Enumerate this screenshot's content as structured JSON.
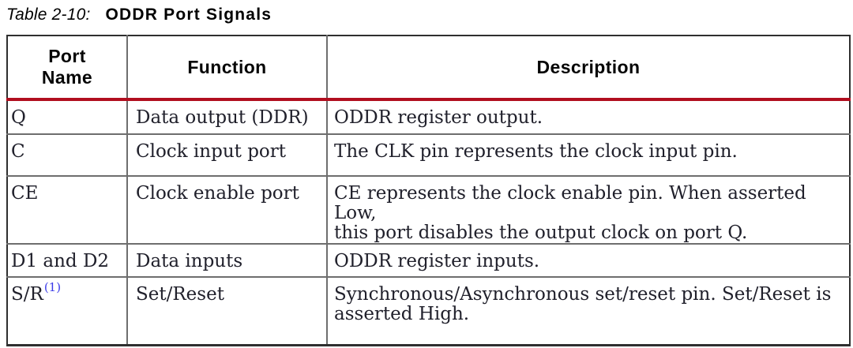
{
  "caption": {
    "label": "Table 2-10:",
    "title": "ODDR Port Signals"
  },
  "table": {
    "headers": [
      "Port\nName",
      "Function",
      "Description"
    ],
    "rows": [
      {
        "port": "Q",
        "function": "Data output (DDR)",
        "description": "ODDR register output."
      },
      {
        "port": "C",
        "function": "Clock input port",
        "description": "The CLK pin represents the clock input pin."
      },
      {
        "port": "CE",
        "function": "Clock enable port",
        "description": "CE represents the clock enable pin. When asserted Low,\nthis port disables the output clock on port Q."
      },
      {
        "port": "D1 and D2",
        "function": "Data inputs",
        "description": "ODDR register inputs."
      },
      {
        "port": "S/R",
        "port_footnote": "(1)",
        "function": "Set/Reset",
        "description": "Synchronous/Asynchronous set/reset pin. Set/Reset is\nasserted High."
      }
    ]
  },
  "colors": {
    "header_rule_red": "#B10E1F",
    "footnote_link_blue": "#3A3AE8",
    "grid_gray": "#6E6E6E",
    "outer_border": "#2F2F2F",
    "background": "#FFFFFF"
  }
}
